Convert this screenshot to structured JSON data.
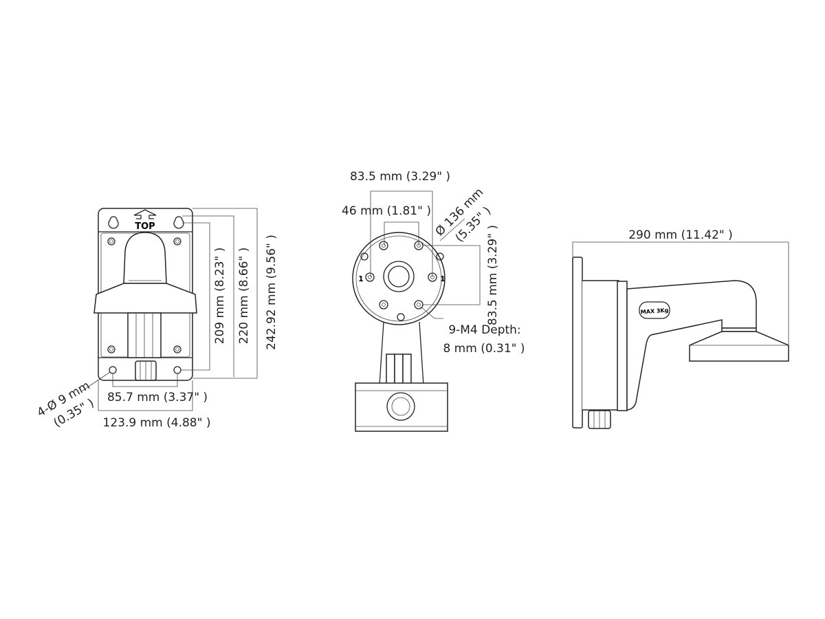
{
  "front_view": {
    "top_label": "TOP",
    "dim_hole_spacing_v": "209 mm (8.23\" )",
    "dim_keyhole_height": "220 mm (8.66\" )",
    "dim_total_height": "242.92 mm (9.56\" )",
    "dim_hole_spacing_h": "85.7 mm (3.37\" )",
    "dim_total_width": "123.9 mm (4.88\" )",
    "dim_hole_dia_mm": "4-Ø 9 mm",
    "dim_hole_dia_in": "(0.35\" )"
  },
  "bottom_view": {
    "dim_outer_spacing": "83.5 mm (3.29\" )",
    "dim_inner_spacing": "46 mm (1.81\" )",
    "dim_diameter_mm": "Ø 136 mm",
    "dim_diameter_in": "(5.35\" )",
    "dim_vertical_spacing": "83.5 mm (3.29\" )",
    "hole_label_left": "1",
    "hole_label_right": "1",
    "thread_note_line1": "9-M4 Depth:",
    "thread_note_line2": "8 mm (0.31\" )"
  },
  "side_view": {
    "dim_length": "290 mm (11.42\" )",
    "load_label": "MAX 3Kg"
  }
}
